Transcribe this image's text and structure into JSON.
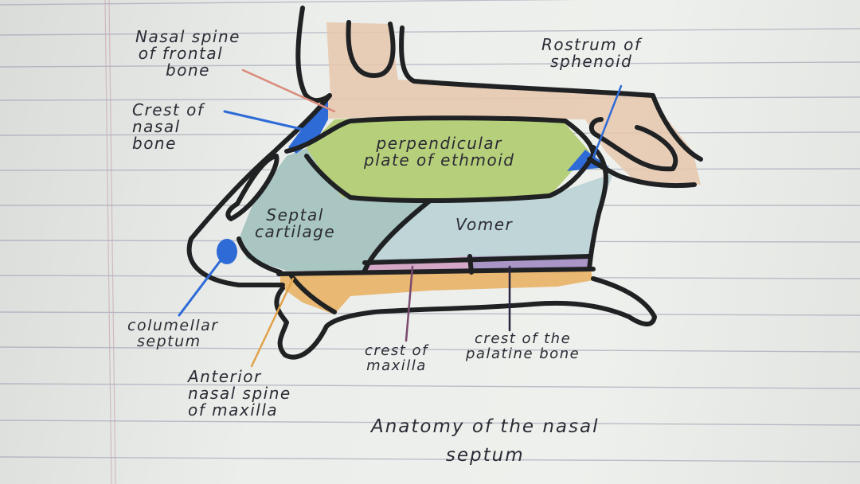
{
  "diagram": {
    "title_line1": "Anatomy of the nasal",
    "title_line2": "septum",
    "labels": {
      "nasal_spine_frontal": [
        "Nasal spine",
        "of frontal",
        "bone"
      ],
      "crest_nasal_bone": [
        "Crest of",
        "nasal",
        "bone"
      ],
      "rostrum_sphenoid": [
        "Rostrum of",
        "sphenoid"
      ],
      "perpendicular_plate": [
        "perpendicular",
        "plate of ethmoid"
      ],
      "septal_cartilage": [
        "Septal",
        "cartilage"
      ],
      "vomer": [
        "Vomer"
      ],
      "columellar_septum": [
        "columellar",
        "septum"
      ],
      "anterior_nasal_spine": [
        "Anterior",
        "nasal spine",
        "of maxilla"
      ],
      "crest_maxilla": [
        "crest of",
        "maxilla"
      ],
      "crest_palatine": [
        "crest of the",
        "palatine bone"
      ]
    },
    "colors": {
      "frontal_nasal_bone": "#e6c7ad",
      "ethmoid": "#b6cf7a",
      "septal_cartilage": "#a9c6c2",
      "vomer": "#bfd5d8",
      "maxilla": "#e9b872",
      "palatine": "#a996c6",
      "crest_maxilla": "#d4a7c7",
      "blue_marker": "#2e6bd6",
      "outline": "#1f2123"
    }
  }
}
